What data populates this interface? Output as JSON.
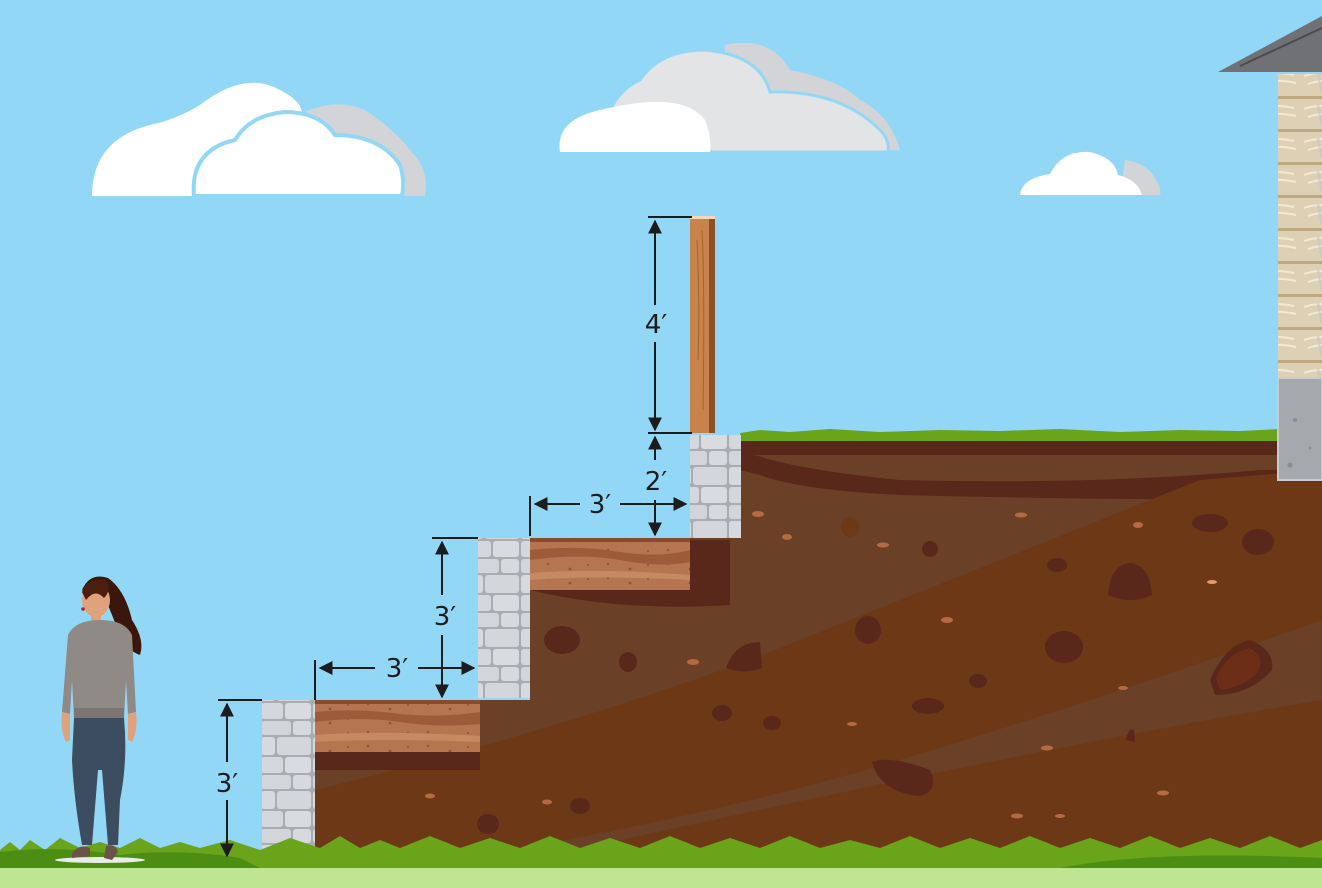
{
  "diagram": {
    "subject": "Tiered retaining wall with fence post on hillside",
    "colors": {
      "sky": "#93d7f6",
      "cloud_white": "#ffffff",
      "cloud_gray": "#d2d4d7",
      "stone": "#d4d7db",
      "stone_edge": "#a9adb2",
      "soil_dark": "#5a271b",
      "soil_mid": "#6a4126",
      "soil_band": "#6d3816",
      "topsoil": "#b06f48",
      "grass": "#6aa41b",
      "grass_dark": "#4c8d14",
      "ground_strip": "#bde592",
      "post": "#c7834b",
      "dimension_line": "#1c1c1c"
    },
    "dimensions": {
      "lower_wall_height": "3′",
      "lower_terrace_depth": "3′",
      "middle_wall_height": "3′",
      "upper_terrace_depth": "3′",
      "upper_wall_height": "2′",
      "fence_post_height": "4′"
    },
    "elements": {
      "person": "woman-standing",
      "house": "house-siding-corner",
      "post": "wooden-fence-post",
      "walls": [
        "lower-stone-wall",
        "middle-stone-wall",
        "upper-stone-wall"
      ],
      "clouds": [
        "cloud-left",
        "cloud-center",
        "cloud-right"
      ]
    }
  }
}
